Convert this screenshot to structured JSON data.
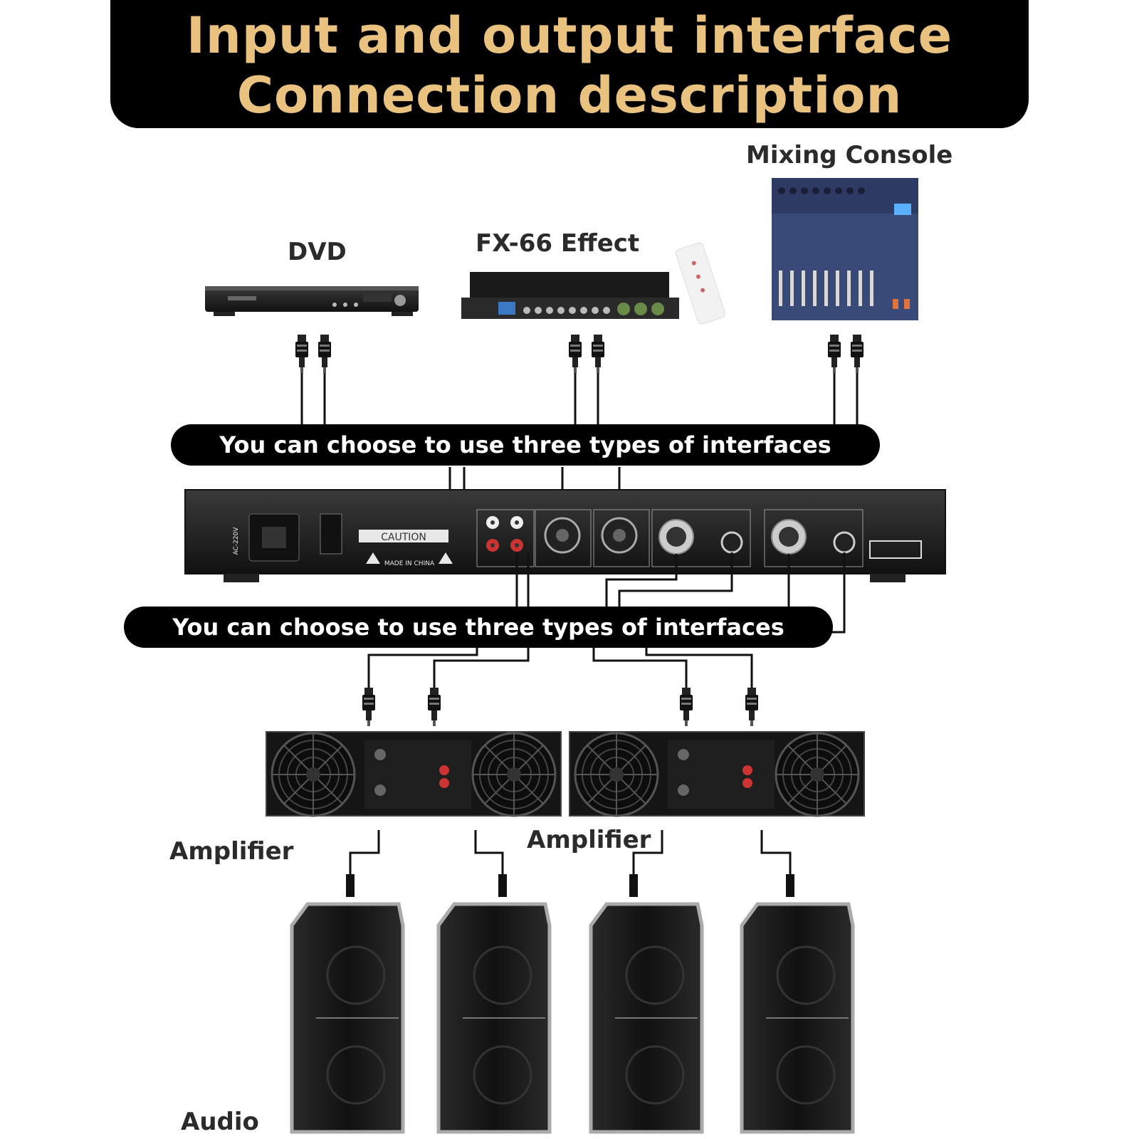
{
  "title": {
    "line1": "Input and output interface",
    "line2": "Connection description"
  },
  "sources": {
    "dvd": "DVD",
    "effect": "FX-66 Effect",
    "mixer": "Mixing Console"
  },
  "interface_note_top": "You can choose to use three types of interfaces",
  "interface_note_bottom": "You can choose to use three types of interfaces",
  "equalizer_panel": {
    "caution": "CAUTION",
    "made_in": "MADE IN CHINA",
    "voltage": "AC-220V"
  },
  "amplifier_label_left": "Amplifier",
  "amplifier_label_right": "Amplifier",
  "speakers_label": "Audio",
  "colors": {
    "banner_bg": "#000000",
    "banner_text": "#e8c27e",
    "label_text": "#2b2b2b",
    "device_dark": "#1e1e1e"
  }
}
